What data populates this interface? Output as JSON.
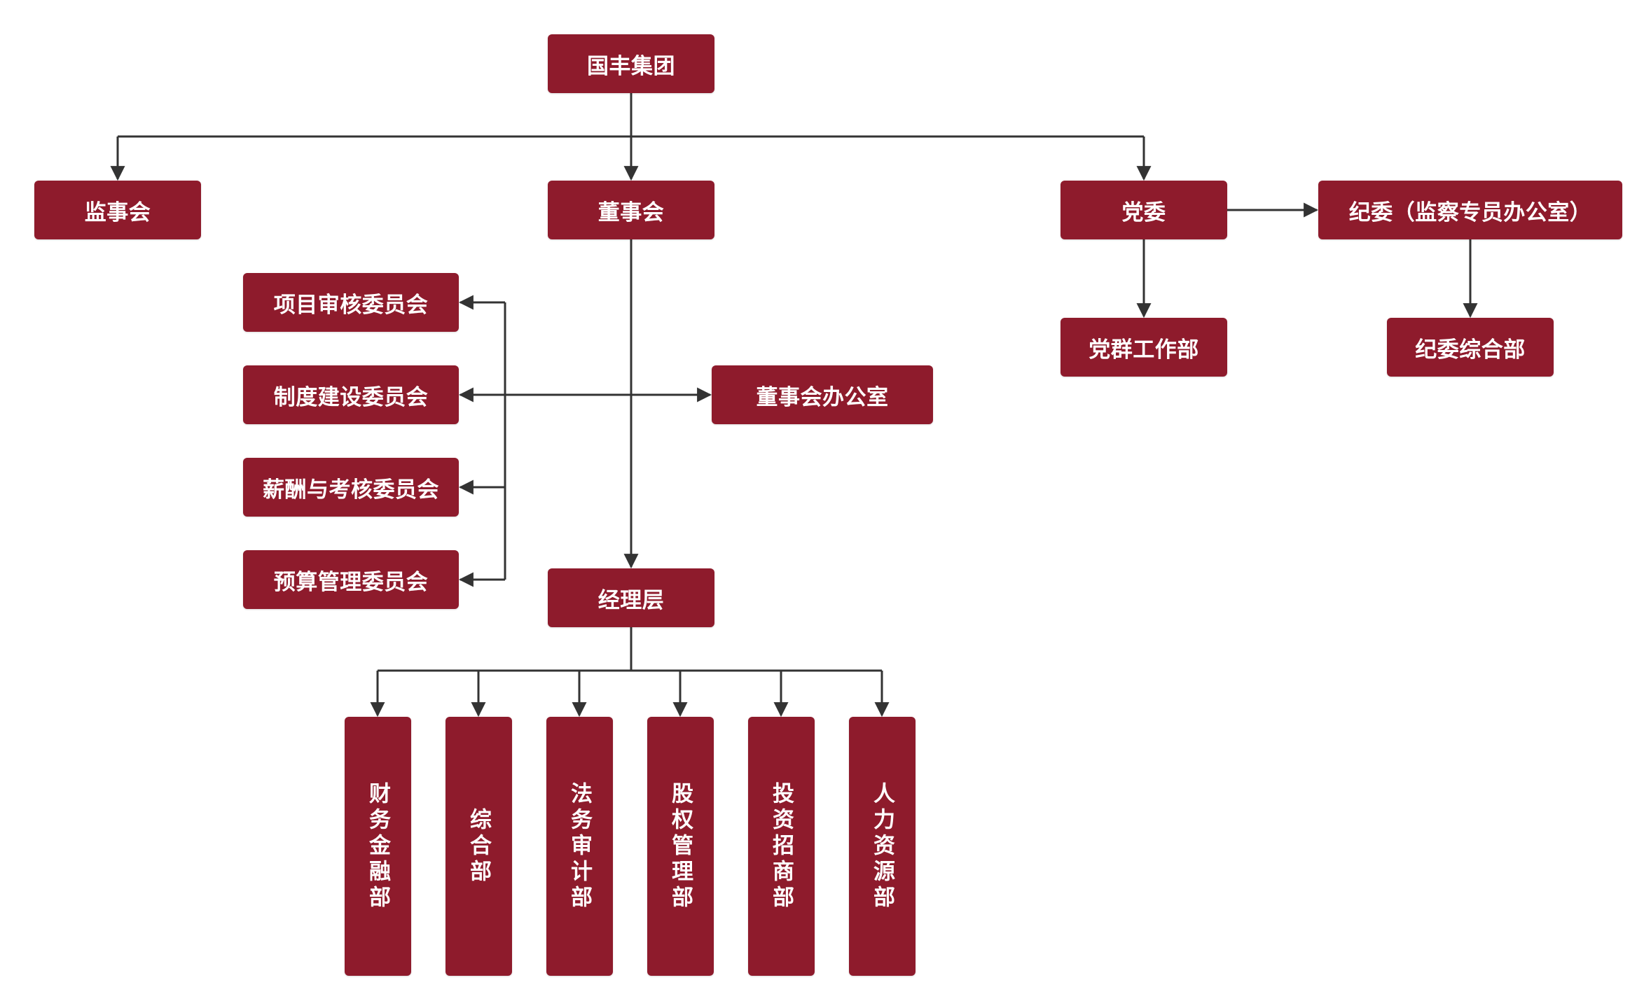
{
  "colors": {
    "box_fill": "#8e1b2c",
    "box_text": "#ffffff",
    "connector": "#333333"
  },
  "nodes": {
    "group": "国丰集团",
    "supervisory_board": "监事会",
    "board_of_directors": "董事会",
    "party_committee": "党委",
    "discipline_committee": "纪委（监察专员办公室）",
    "party_work_dept": "党群工作部",
    "discipline_general_dept": "纪委综合部",
    "committees": [
      "项目审核委员会",
      "制度建设委员会",
      "薪酬与考核委员会",
      "预算管理委员会"
    ],
    "board_office": "董事会办公室",
    "management": "经理层",
    "departments": [
      "财务金融部",
      "综合部",
      "法务审计部",
      "股权管理部",
      "投资招商部",
      "人力资源部"
    ]
  }
}
